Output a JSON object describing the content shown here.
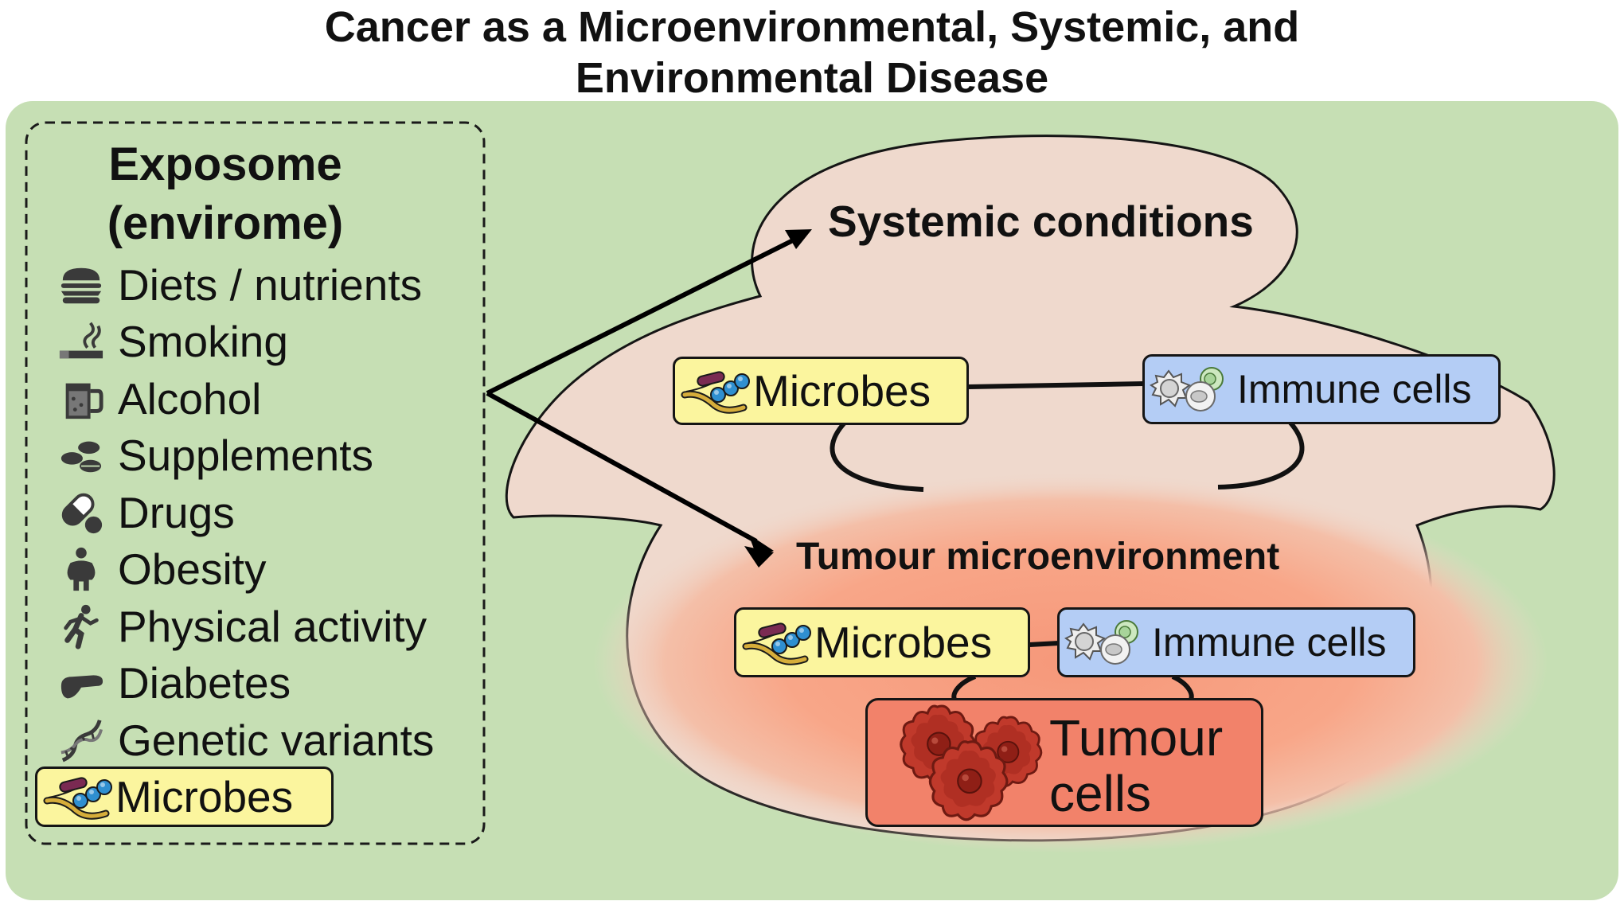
{
  "title": {
    "line1": "Cancer as a Microenvironmental, Systemic, and",
    "line2": "Environmental Disease"
  },
  "exposome": {
    "title_line1": "Exposome",
    "title_line2": "(envirome)",
    "items": [
      {
        "label": "Diets / nutrients",
        "icon": "burger-icon"
      },
      {
        "label": "Smoking",
        "icon": "cigarette-icon"
      },
      {
        "label": "Alcohol",
        "icon": "beer-mug-icon"
      },
      {
        "label": "Supplements",
        "icon": "pills-icon"
      },
      {
        "label": "Drugs",
        "icon": "capsule-icon"
      },
      {
        "label": "Obesity",
        "icon": "person-icon"
      },
      {
        "label": "Physical activity",
        "icon": "running-person-icon"
      },
      {
        "label": "Diabetes",
        "icon": "pancreas-icon"
      },
      {
        "label": "Genetic variants",
        "icon": "dna-icon"
      }
    ],
    "microbes_label": "Microbes"
  },
  "systemic": {
    "label": "Systemic conditions",
    "microbes_label": "Microbes",
    "immune_label": "Immune cells"
  },
  "tumour_microenvironment": {
    "label": "Tumour microenvironment",
    "microbes_label": "Microbes",
    "immune_label": "Immune cells",
    "tumour_line1": "Tumour",
    "tumour_line2": "cells"
  },
  "colors": {
    "panel_green": "#c6dfb4",
    "body_pink": "#efd9cd",
    "tumour_glow": "#f8a385",
    "microbe_yellow": "#fbf59e",
    "immune_blue": "#b4cdf5",
    "tumour_red": "#f2826a"
  }
}
